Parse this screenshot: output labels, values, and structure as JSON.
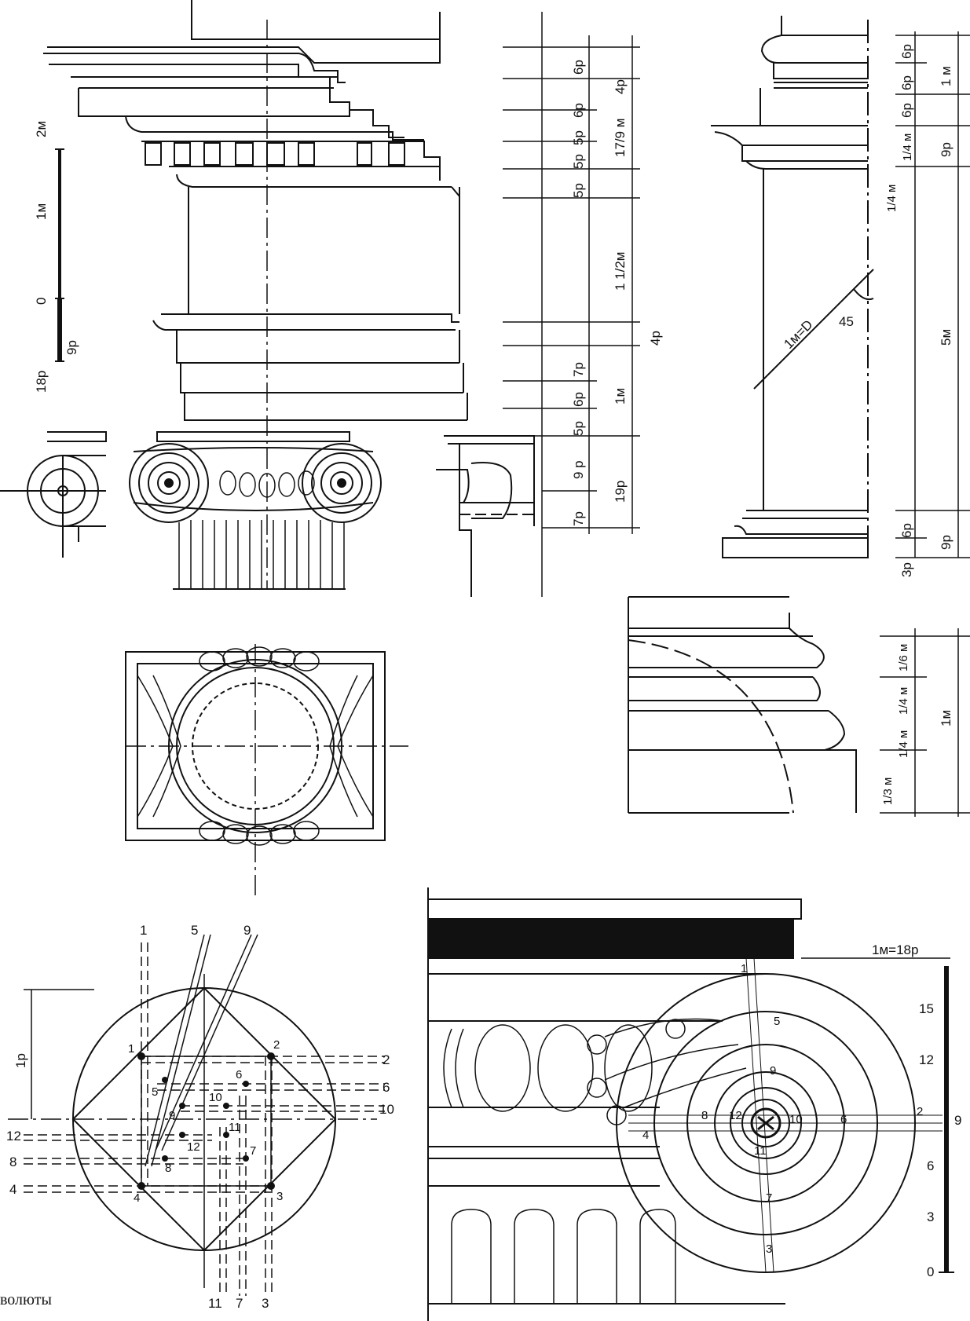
{
  "caption": "волюты",
  "scale_bar": {
    "labels": [
      "2м",
      "1м",
      "0",
      "9р",
      "18р"
    ]
  },
  "entablature_dims": {
    "parts": [
      "6р",
      "6р",
      "5р",
      "5р",
      "5р",
      "7р",
      "6р",
      "5р",
      "9 р",
      "7р"
    ],
    "groups": [
      "4р",
      "17/9 м",
      "1 1/2м",
      "4р",
      "1м",
      "19р"
    ]
  },
  "pedestal_dims": {
    "parts": [
      "6р",
      "6р",
      "6р",
      "1/4 м",
      "1/4 м",
      "6р",
      "3р"
    ],
    "groups": [
      "1 м",
      "9р",
      "5м",
      "9р"
    ],
    "diagonal": "1м=D",
    "angle": "45"
  },
  "base_dims": {
    "parts": [
      "1/6 м",
      "1/4 м",
      "1/4 м",
      "1/3 м"
    ],
    "total": "1м"
  },
  "construction": {
    "unit": "1р",
    "top_labels": [
      "1",
      "5",
      "9"
    ],
    "right_labels": [
      "2",
      "6",
      "10"
    ],
    "left_labels": [
      "12",
      "8",
      "4"
    ],
    "bottom_labels": [
      "11",
      "7",
      "3"
    ],
    "inner_points": [
      "1",
      "2",
      "3",
      "4",
      "5",
      "6",
      "7",
      "8",
      "9",
      "10",
      "11",
      "12"
    ]
  },
  "volute_detail": {
    "scale_title": "1м=18р",
    "scale_ticks": [
      "15",
      "12",
      "9",
      "6",
      "3",
      "0"
    ],
    "points": [
      "1",
      "5",
      "9",
      "2",
      "8",
      "12",
      "10",
      "6",
      "4",
      "11",
      "7",
      "3"
    ]
  }
}
